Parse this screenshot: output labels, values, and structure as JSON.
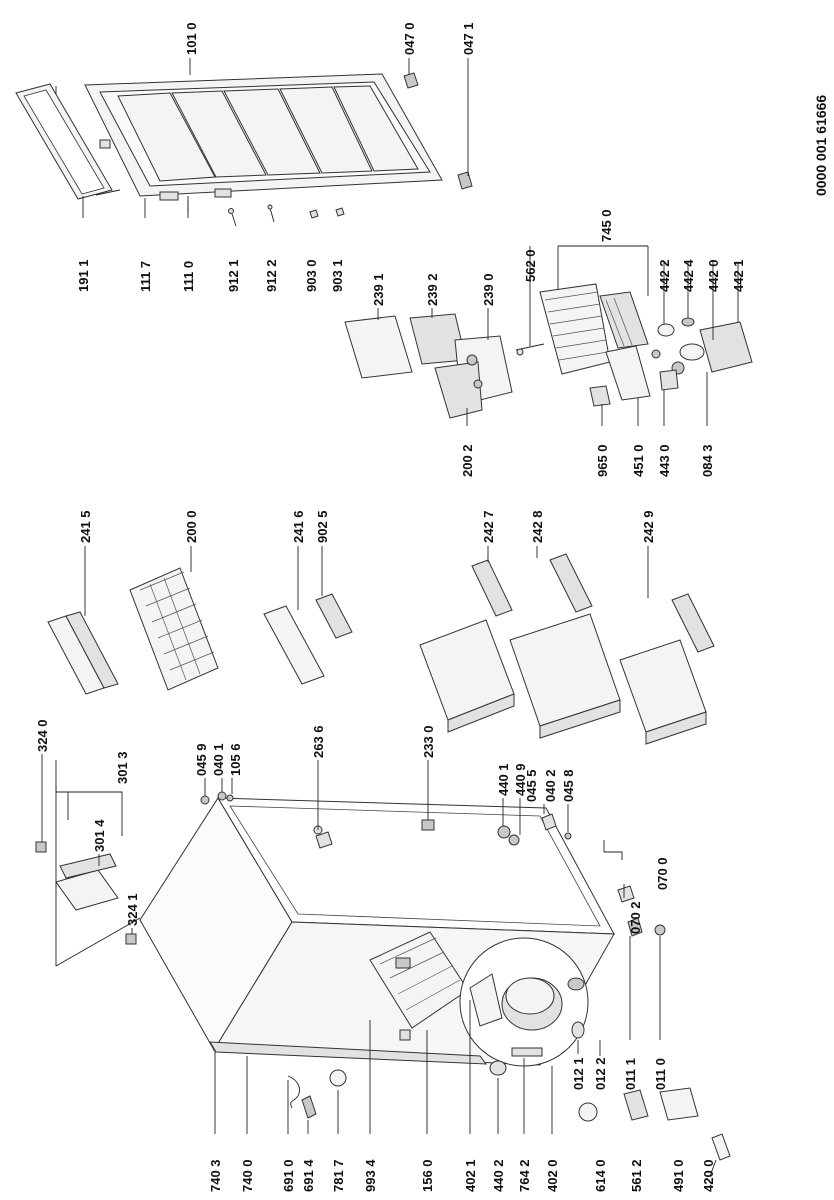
{
  "document_number": "0000 001 61666",
  "part_labels": [
    "101 0",
    "047 0",
    "047 1",
    "191 1",
    "111 7",
    "111 0",
    "912 1",
    "912 2",
    "903 0",
    "903 1",
    "239 1",
    "239 2",
    "239 0",
    "562 0",
    "745 0",
    "442 2",
    "442 4",
    "442 0",
    "442 1",
    "200 2",
    "965 0",
    "451 0",
    "443 0",
    "084 3",
    "241 5",
    "200 0",
    "241 6",
    "902 5",
    "242 7",
    "242 8",
    "242 9",
    "324 0",
    "301 3",
    "045 9",
    "040 1",
    "105 6",
    "263 6",
    "301 4",
    "324 1",
    "233 0",
    "440 1",
    "440 9",
    "045 5",
    "040 2",
    "045 8",
    "070 0",
    "070 2",
    "012 1",
    "012 2",
    "011 1",
    "011 0",
    "740 3",
    "740 0",
    "691 0",
    "691 4",
    "781 7",
    "993 4",
    "156 0",
    "402 1",
    "440 2",
    "764 2",
    "402 0",
    "614 0",
    "561 2",
    "491 0",
    "420 0"
  ]
}
